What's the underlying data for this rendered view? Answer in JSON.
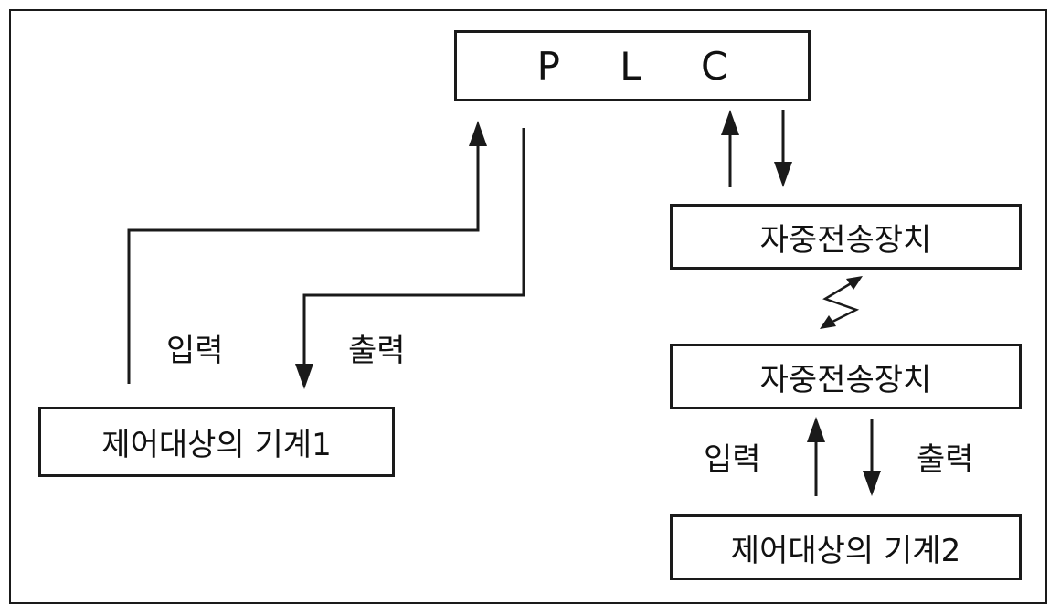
{
  "plc": {
    "label": "P L C"
  },
  "machine1": {
    "label": "제어대상의 기계1"
  },
  "machine2": {
    "label": "제어대상의 기계2"
  },
  "transmitter_top": {
    "label": "자중전송장치"
  },
  "transmitter_bottom": {
    "label": "자중전송장치"
  },
  "left_path": {
    "input_label": "입력",
    "output_label": "출력"
  },
  "right_path": {
    "input_label": "입력",
    "output_label": "출력"
  }
}
